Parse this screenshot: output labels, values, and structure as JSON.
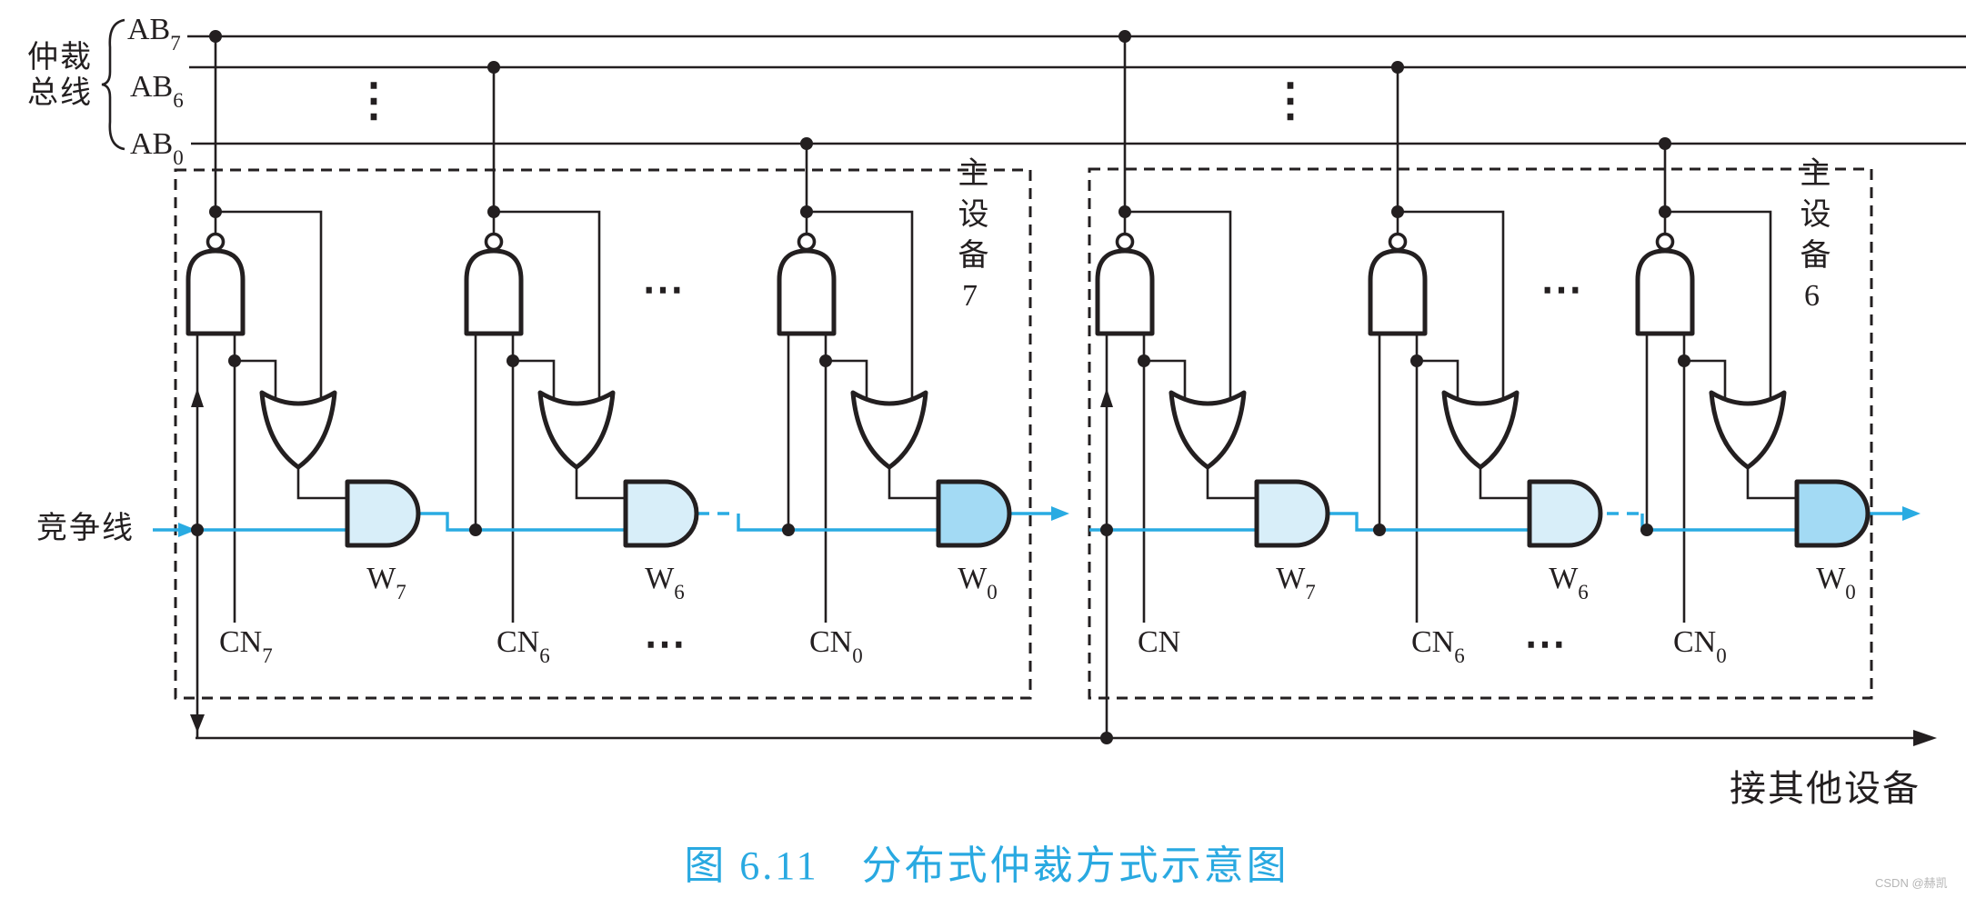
{
  "title_caption": "图 6.11　分布式仲裁方式示意图",
  "watermark": "CSDN @赫凯",
  "arbitration_bus": {
    "label_line1": "仲裁",
    "label_line2": "总线",
    "lines": [
      {
        "base": "AB",
        "sub": "7"
      },
      {
        "base": "AB",
        "sub": "6"
      },
      {
        "base": "AB",
        "sub": "0"
      }
    ]
  },
  "competition_line_label": "竞争线",
  "to_other_devices_label": "接其他设备",
  "ellipsis": {
    "vertical": "⋮",
    "horizontal": "⋯"
  },
  "devices": [
    {
      "label": "主设备7",
      "and_gates": [
        {
          "base": "W",
          "sub": "7"
        },
        {
          "base": "W",
          "sub": "6"
        },
        {
          "base": "W",
          "sub": "0"
        }
      ],
      "cn_lines": [
        {
          "base": "CN",
          "sub": "7"
        },
        {
          "base": "CN",
          "sub": "6"
        },
        {
          "base": "CN",
          "sub": "0"
        }
      ]
    },
    {
      "label": "主设备6",
      "and_gates": [
        {
          "base": "W",
          "sub": "7"
        },
        {
          "base": "W",
          "sub": "6"
        },
        {
          "base": "W",
          "sub": "0"
        }
      ],
      "cn_lines": [
        {
          "base": "CN",
          "sub": ""
        },
        {
          "base": "CN",
          "sub": "6"
        },
        {
          "base": "CN",
          "sub": "0"
        }
      ]
    }
  ],
  "colors": {
    "wire_blue": "#29abe2",
    "gate_fill_light": "#d8eef9",
    "gate_fill_dark": "#a3daf4",
    "caption_blue": "#29a9e1",
    "ink": "#231f20",
    "watermark_gray": "#b5b5b5"
  }
}
